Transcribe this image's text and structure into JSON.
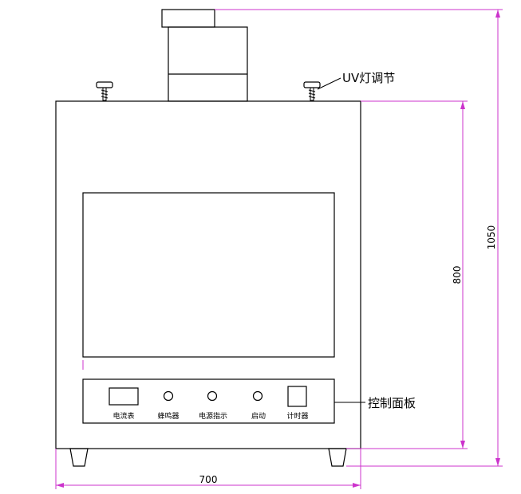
{
  "dimensions": {
    "width": "700",
    "height_cabinet": "800",
    "height_total": "1050"
  },
  "callouts": {
    "uv_lamp_adjust": "UV灯调节",
    "control_panel": "控制面板"
  },
  "panel_labels": {
    "ammeter": "电流表",
    "buzzer": "蜂鸣器",
    "power_indicator": "电源指示",
    "start": "启动",
    "timer": "计时器"
  },
  "colors": {
    "outline": "#000000",
    "dimension": "#cc33cc"
  }
}
